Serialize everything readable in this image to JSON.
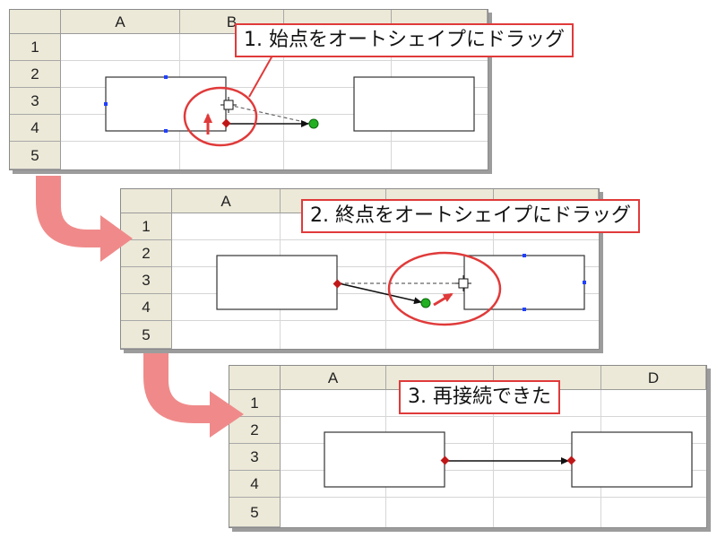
{
  "panels": [
    {
      "id": "step1",
      "columns": [
        "A",
        "B",
        "",
        ""
      ],
      "rows": [
        "1",
        "2",
        "3",
        "4",
        "5"
      ],
      "callout": "1. 始点をオートシェイプにドラッグ"
    },
    {
      "id": "step2",
      "columns": [
        "A",
        "",
        "",
        ""
      ],
      "rows": [
        "1",
        "2",
        "3",
        "4",
        "5"
      ],
      "callout": "2. 終点をオートシェイプにドラッグ"
    },
    {
      "id": "step3",
      "columns": [
        "A",
        "",
        "",
        "D"
      ],
      "rows": [
        "1",
        "2",
        "3",
        "4",
        "5"
      ],
      "callout": "3. 再接続できた"
    }
  ],
  "colors": {
    "highlight_red": "#e03a3a",
    "connector_end_red": "#c01818",
    "connector_end_green": "#22b022",
    "handle_blue": "#2040ff",
    "step_arrow_pink": "#f08a8a",
    "header_bg": "#ece9d8"
  },
  "icons": [
    "move-cursor-icon",
    "step-arrow-icon"
  ]
}
